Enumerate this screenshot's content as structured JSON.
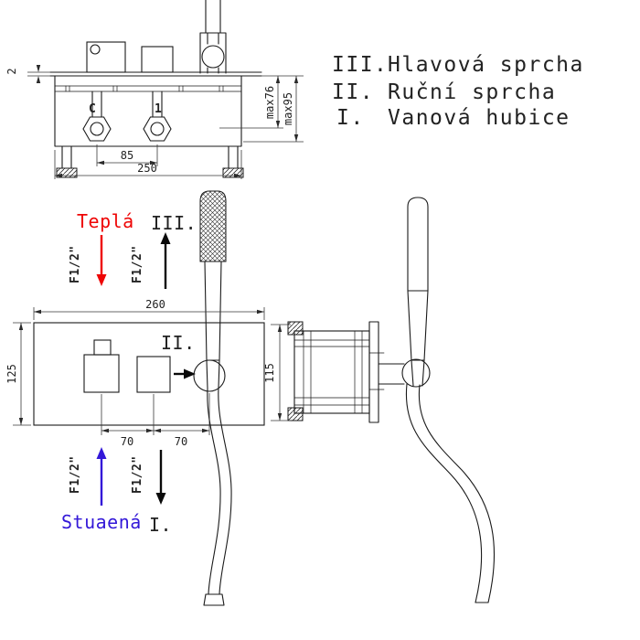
{
  "legend": {
    "items": [
      {
        "numeral": "III.",
        "label": "Hlavová sprcha"
      },
      {
        "numeral": "II.",
        "label": "Ruční sprcha"
      },
      {
        "numeral": "I.",
        "label": "Vanová hubice"
      }
    ]
  },
  "top_view": {
    "plate_thickness": "2",
    "knob_c": "C",
    "knob_1": "1",
    "valve_spacing": "85",
    "total_width": "250",
    "depth_max_1": "max76",
    "depth_max_2": "max95"
  },
  "front_view": {
    "hot_label": "Teplá",
    "cold_label": "Stuaená",
    "thread": "F1/2\"",
    "numeral_iii": "III.",
    "numeral_ii": "II.",
    "numeral_i": "I.",
    "width": "260",
    "height": "125",
    "spacing_left": "70",
    "spacing_right": "70"
  },
  "side_view": {
    "depth": "115"
  },
  "colors": {
    "hot": "#ee0505",
    "cold": "#3318d8",
    "line": "#1a1a1a"
  }
}
